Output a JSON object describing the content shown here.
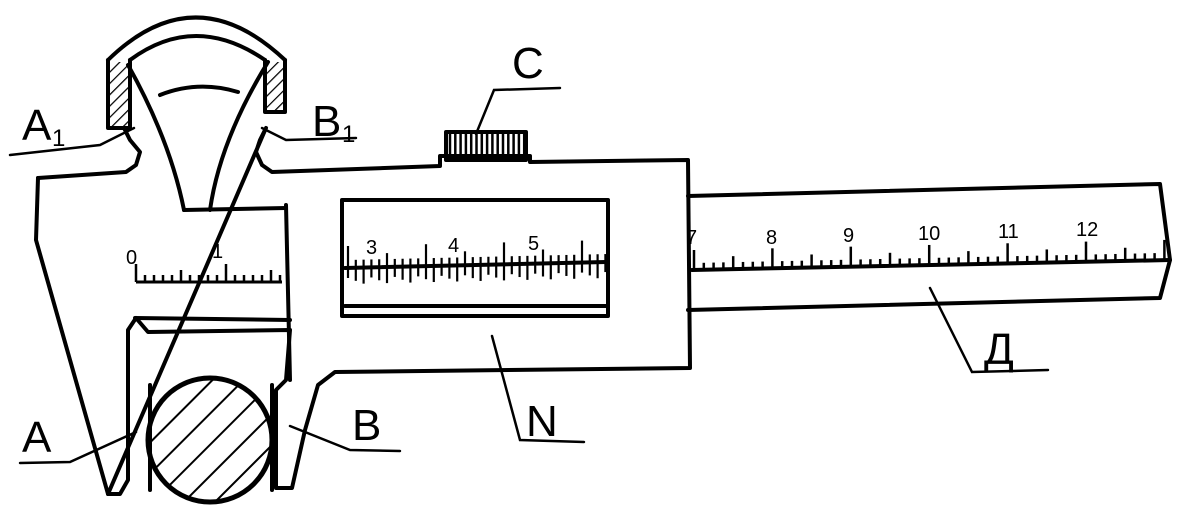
{
  "labels": {
    "a1_main": "A",
    "a1_sub": "1",
    "b1_main": "B",
    "b1_sub": "1",
    "a": "A",
    "b": "B",
    "c": "C",
    "n": "N",
    "d": "Д"
  },
  "scales": {
    "fixed_jaw": [
      "0",
      "1"
    ],
    "vernier": [
      "3",
      "4",
      "5"
    ],
    "bar": [
      "7",
      "8",
      "9",
      "10",
      "11",
      "12"
    ]
  },
  "colors": {
    "ink": "#000000",
    "paper": "#ffffff"
  }
}
